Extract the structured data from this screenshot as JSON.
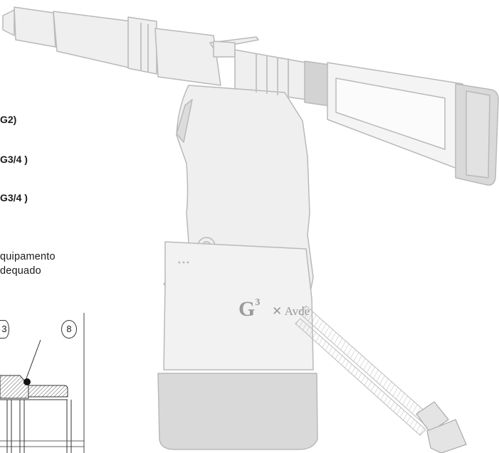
{
  "partial_lines": {
    "line1": "G2)",
    "line2": "G3/4 )",
    "line3": "G3/4 )"
  },
  "paragraph": {
    "line1": "quipamento",
    "line2": "dequado"
  },
  "callouts": {
    "three": "3",
    "eight": "8"
  },
  "tool_branding": {
    "model": "G",
    "model_sup": "3",
    "brand": "Avde"
  },
  "colors": {
    "tool_fill": "#efefef",
    "tool_stroke": "#b9b9b9",
    "base_fill": "#d9d9d9"
  }
}
